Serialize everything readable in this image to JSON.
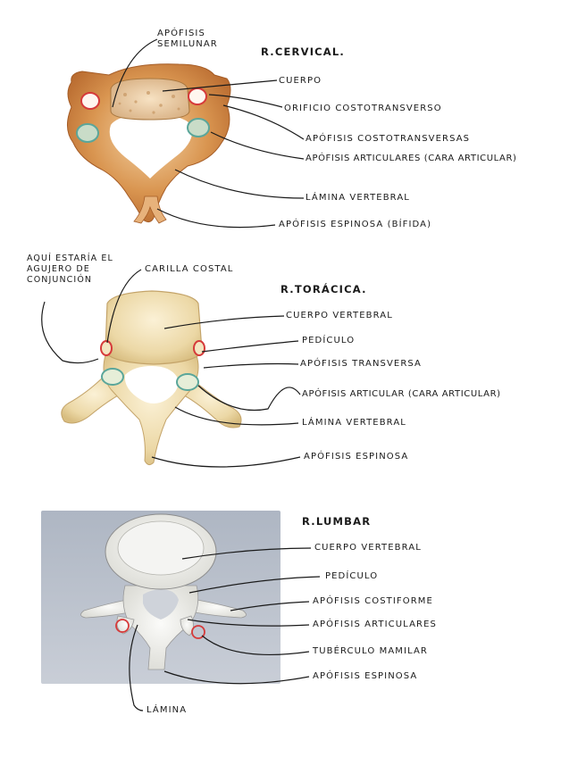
{
  "cervical": {
    "title": "R.CERVICAL.",
    "labels": {
      "apofisis_semilunar": "APÓFISIS SEMILUNAR",
      "cuerpo": "CUERPO",
      "orificio": "ORIFICIO COSTOTRANSVERSO",
      "costotransversas": "APÓFISIS COSTOTRANSVERSAS",
      "articulares": "APÓFISIS ARTICULARES (CARA ARTICULAR)",
      "lamina": "LÁMINA VERTEBRAL",
      "espinosa": "APÓFISIS ESPINOSA (BÍFIDA)"
    }
  },
  "toracica": {
    "title": "R.TORÁCICA.",
    "labels": {
      "agujero": "AQUÍ ESTARÍA EL AGUJERO DE CONJUNCIÓN",
      "carilla": "CARILLA COSTAL",
      "cuerpo": "CUERPO VERTEBRAL",
      "pediculo": "PEDÍCULO",
      "transversa": "APÓFISIS TRANSVERSA",
      "articular": "APÓFISIS ARTICULAR (CARA ARTICULAR)",
      "lamina": "LÁMINA VERTEBRAL",
      "espinosa": "APÓFISIS ESPINOSA"
    }
  },
  "lumbar": {
    "title": "R.LUMBAR",
    "labels": {
      "cuerpo": "CUERPO VERTEBRAL",
      "pediculo": "PEDÍCULO",
      "costiforme": "APÓFISIS COSTIFORME",
      "articulares": "APÓFISIS ARTICULARES",
      "tuberculo": "TUBÉRCULO MAMILAR",
      "espinosa": "APÓFISIS ESPINOSA",
      "lamina": "LÁMINA"
    }
  },
  "colors": {
    "ink": "#1a1a1a",
    "cervical_bone": "#d28a4a",
    "thoracic_bone": "#ead7a4",
    "lumbar_panel": "#b9c0cc",
    "highlight_red": "#d63a3a",
    "highlight_teal": "#5aa69a"
  }
}
